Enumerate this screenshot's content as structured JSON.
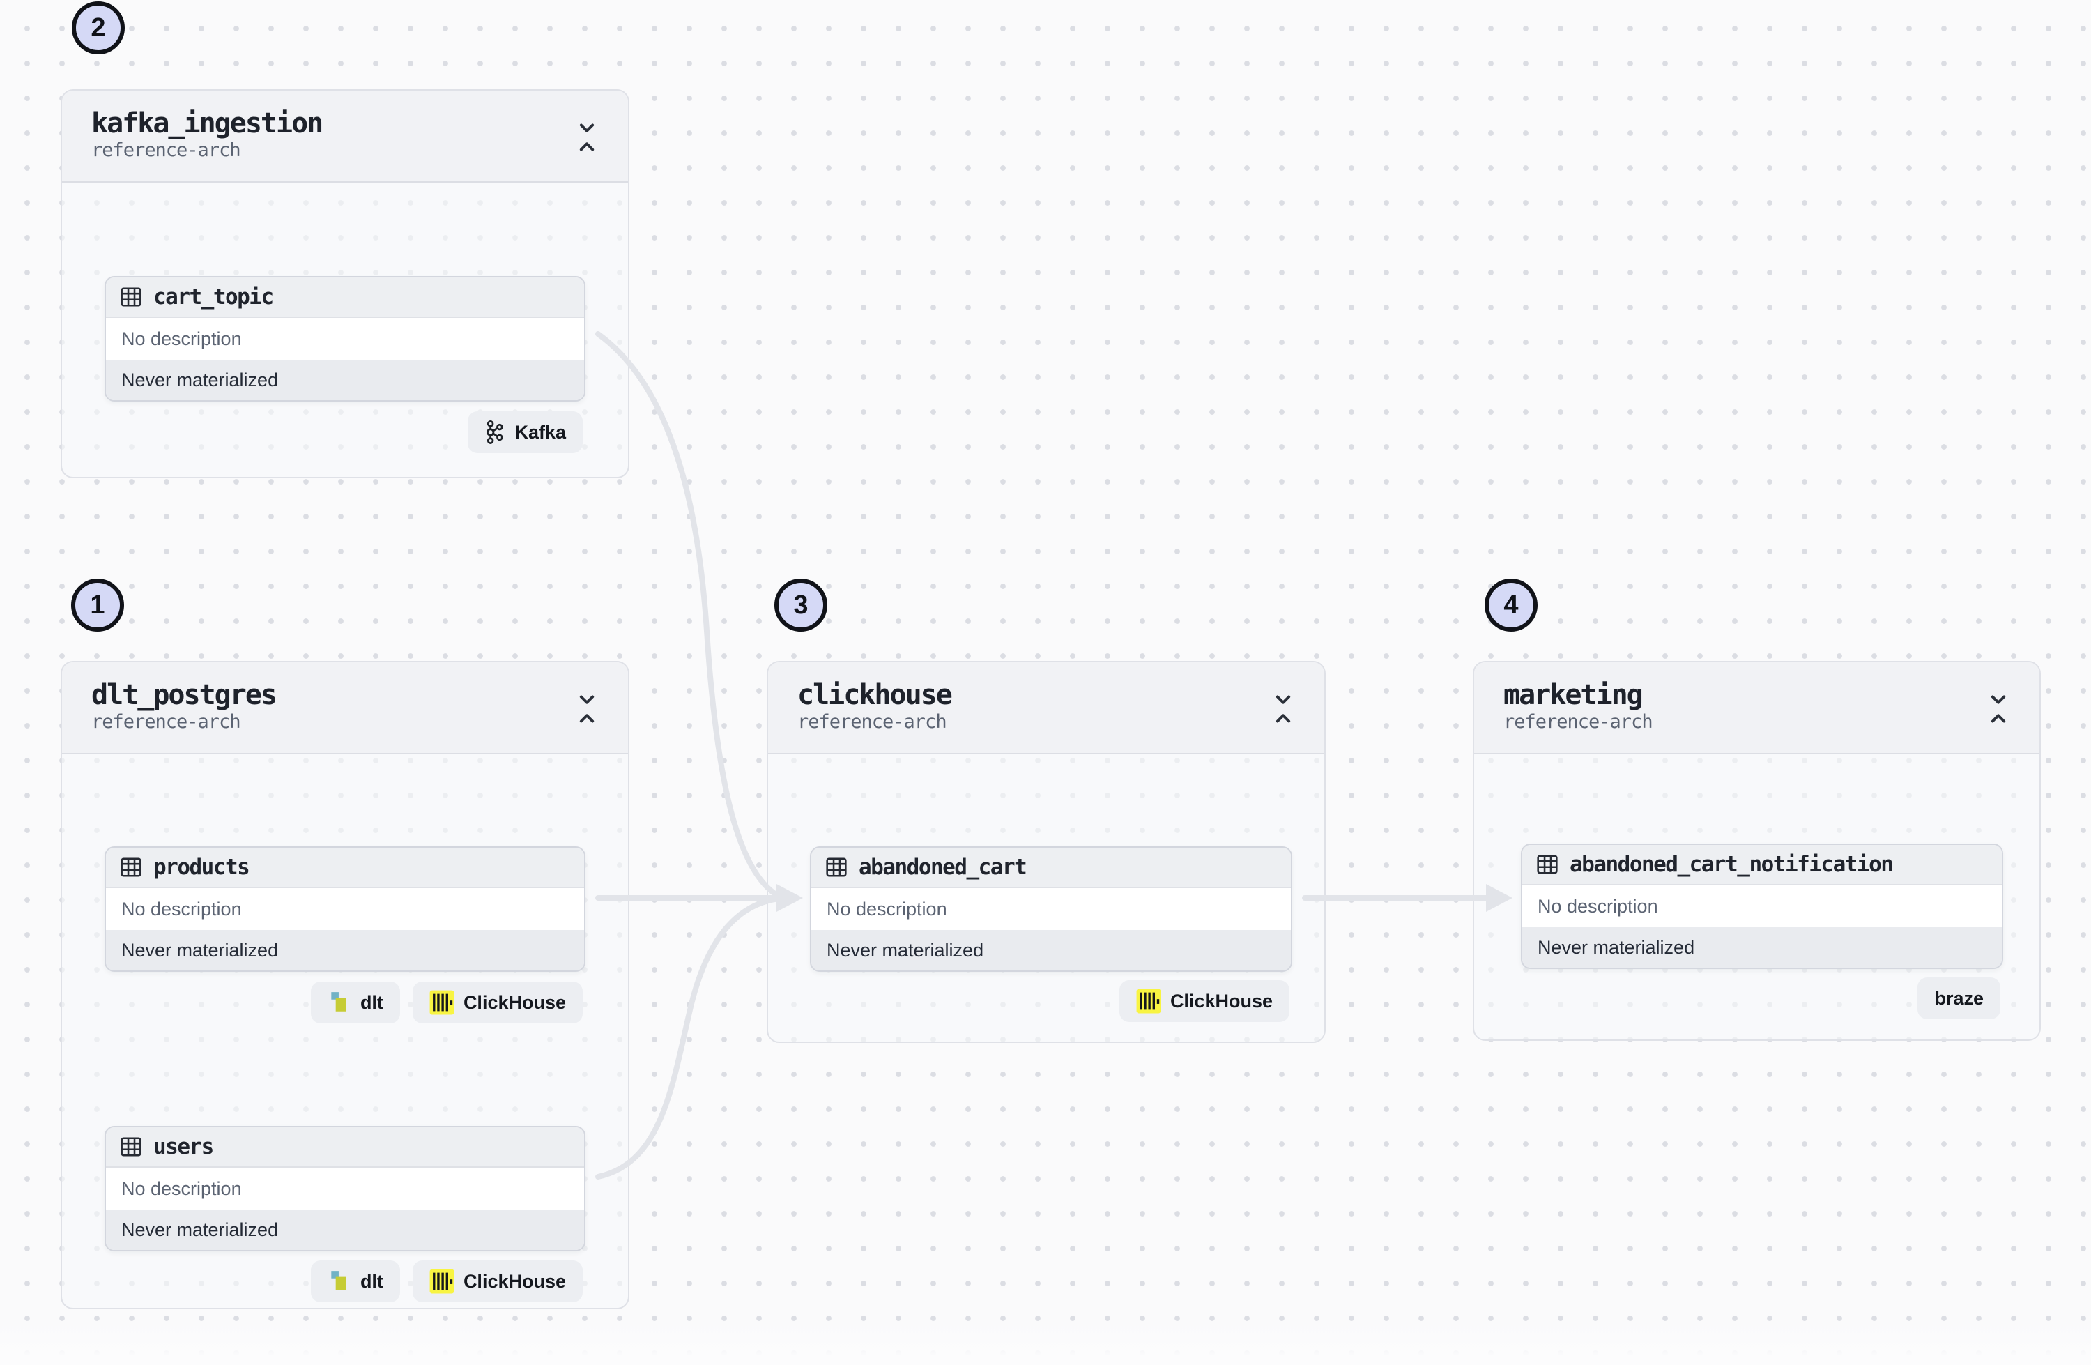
{
  "canvas": {
    "background_color": "#fafafb",
    "dot_color": "#dbdde3",
    "edge_color": "#e2e4e9",
    "badge_fill": "#d5d9f6",
    "clickhouse_yellow": "#f8f442",
    "dlt_blue": "#72b2c6",
    "dlt_olive": "#c6cc35"
  },
  "groups": [
    {
      "badge": "2",
      "title": "kafka_ingestion",
      "subtitle": "reference-arch",
      "assets": [
        {
          "name": "cart_topic",
          "description": "No description",
          "status": "Never materialized",
          "tags": [
            {
              "label": "Kafka",
              "icon": "kafka-icon"
            }
          ]
        }
      ]
    },
    {
      "badge": "1",
      "title": "dlt_postgres",
      "subtitle": "reference-arch",
      "assets": [
        {
          "name": "products",
          "description": "No description",
          "status": "Never materialized",
          "tags": [
            {
              "label": "dlt",
              "icon": "dlt-icon"
            },
            {
              "label": "ClickHouse",
              "icon": "clickhouse-icon"
            }
          ]
        },
        {
          "name": "users",
          "description": "No description",
          "status": "Never materialized",
          "tags": [
            {
              "label": "dlt",
              "icon": "dlt-icon"
            },
            {
              "label": "ClickHouse",
              "icon": "clickhouse-icon"
            }
          ]
        }
      ]
    },
    {
      "badge": "3",
      "title": "clickhouse",
      "subtitle": "reference-arch",
      "assets": [
        {
          "name": "abandoned_cart",
          "description": "No description",
          "status": "Never materialized",
          "tags": [
            {
              "label": "ClickHouse",
              "icon": "clickhouse-icon"
            }
          ]
        }
      ]
    },
    {
      "badge": "4",
      "title": "marketing",
      "subtitle": "reference-arch",
      "assets": [
        {
          "name": "abandoned_cart_notification",
          "description": "No description",
          "status": "Never materialized",
          "tags": [
            {
              "label": "braze",
              "icon": null
            }
          ]
        }
      ]
    }
  ],
  "edges": [
    {
      "from": "cart_topic",
      "to": "abandoned_cart"
    },
    {
      "from": "products",
      "to": "abandoned_cart"
    },
    {
      "from": "users",
      "to": "abandoned_cart"
    },
    {
      "from": "abandoned_cart",
      "to": "abandoned_cart_notification"
    }
  ]
}
